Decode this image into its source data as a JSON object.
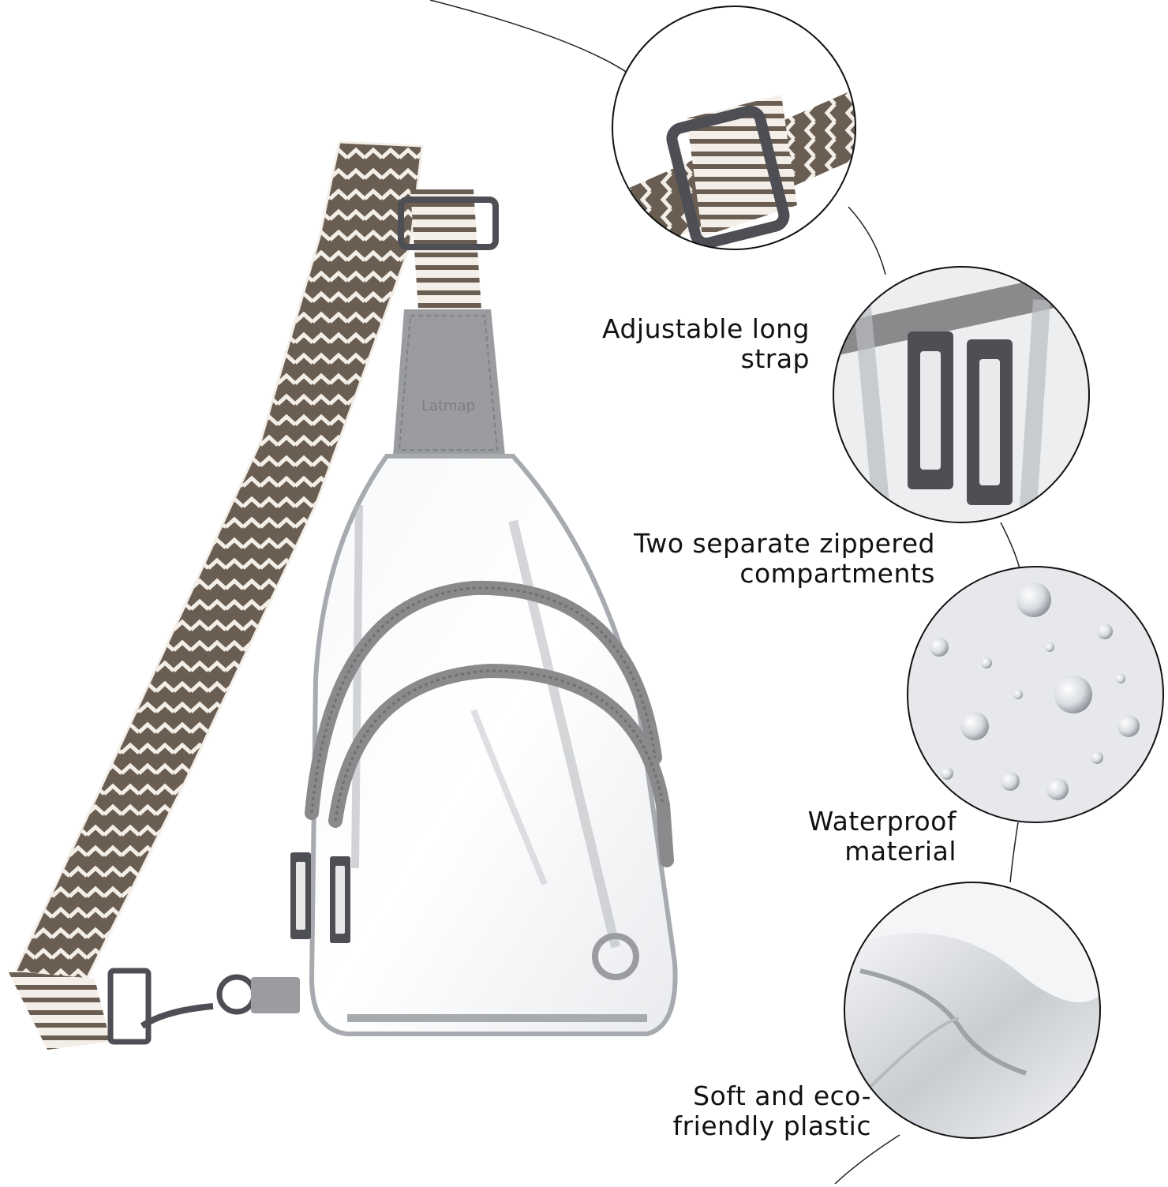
{
  "product": {
    "brand_label": "Latmap"
  },
  "features": [
    {
      "line1": "Adjustable long",
      "line2": "strap",
      "icon": "strap-buckle-detail"
    },
    {
      "line1": "Two separate zippered",
      "line2": "compartments",
      "icon": "zipper-pulls-detail"
    },
    {
      "line1": "Waterproof",
      "line2": "material",
      "icon": "water-droplets-detail"
    },
    {
      "line1": "Soft and eco-",
      "line2": "friendly plastic",
      "icon": "plastic-fold-detail"
    }
  ],
  "colors": {
    "strap_brown": "#6a5d52",
    "strap_cream": "#f3efe8",
    "leather_gray": "#9a9ca0",
    "gunmetal": "#4d4f54",
    "zipper_gray": "#8a8a8c"
  }
}
